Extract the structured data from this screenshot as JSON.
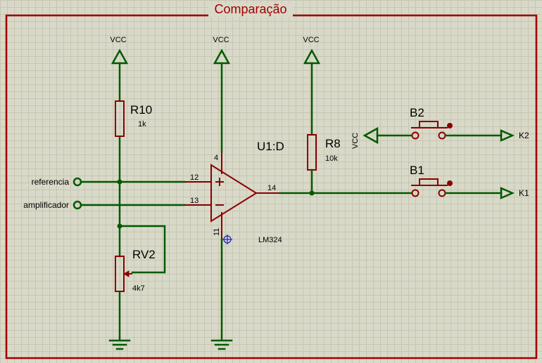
{
  "sheet": {
    "title": "Comparação",
    "frame_color": "#a00000"
  },
  "colors": {
    "wire": "#005a00",
    "component": "#8c0000",
    "grid_bg": "#d9d9c9"
  },
  "power": {
    "vcc_label": "VCC"
  },
  "components": {
    "r10": {
      "ref": "R10",
      "value": "1k"
    },
    "r8": {
      "ref": "R8",
      "value": "10k"
    },
    "rv2": {
      "ref": "RV2",
      "value": "4k7"
    },
    "u1d": {
      "ref": "U1:D",
      "value": "LM324",
      "pins": {
        "non_inverting": "12",
        "inverting": "13",
        "output": "14",
        "vplus": "4",
        "vminus": "11"
      }
    },
    "b1": {
      "ref": "B1"
    },
    "b2": {
      "ref": "B2"
    }
  },
  "terminals": {
    "referencia": "referencia",
    "amplificador": "amplificador",
    "k1": "K1",
    "k2": "K2",
    "vcc_b2": "VCC"
  }
}
